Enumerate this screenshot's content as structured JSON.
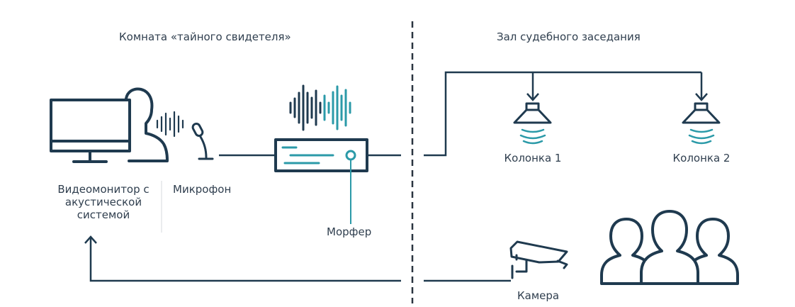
{
  "colors": {
    "dark": "#1f3a4f",
    "teal": "#2b9aa8",
    "text": "#2f3e4e",
    "divider": "#2a3440",
    "separator": "#cfd4d8"
  },
  "sections": {
    "left_title": "Комната «тайного свидетеля»",
    "right_title": "Зал судебного заседания"
  },
  "labels": {
    "monitor": "Видеомонитор с акустической системой",
    "microphone": "Микрофон",
    "morpher": "Морфер",
    "speaker1": "Колонка 1",
    "speaker2": "Колонка 2",
    "camera": "Камера"
  },
  "icons": {
    "monitor": "monitor-icon",
    "person": "person-silhouette-icon",
    "microphone": "microphone-icon",
    "morpher": "morpher-device-icon",
    "speaker": "speaker-icon",
    "camera": "security-camera-icon",
    "audience": "people-group-icon"
  }
}
